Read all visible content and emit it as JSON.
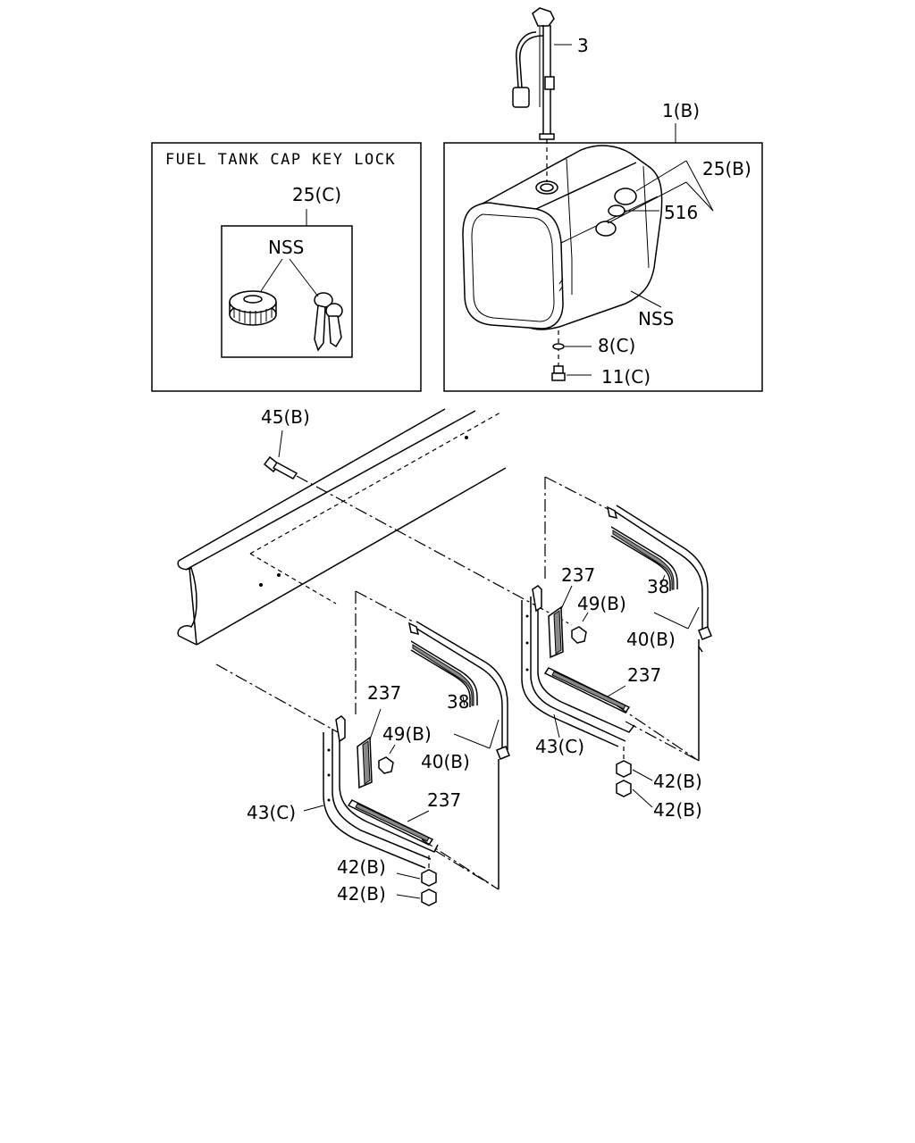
{
  "inset_title": "FUEL TANK CAP KEY LOCK",
  "labels": {
    "sender_unit": "3",
    "fuel_tank": "1(B)",
    "cap_set_tank": "25(B)",
    "gasket": "516",
    "tank_nss": "NSS",
    "washer": "8(C)",
    "drain_plug": "11(C)",
    "cap_key_set": "25(C)",
    "cap_key_nss": "NSS",
    "bolt": "45(B)",
    "rubber_pad_right_vertical": "237",
    "nut_right": "49(B)",
    "rubber_band_right": "38",
    "band_right": "40(B)",
    "rubber_pad_right_horizontal": "237",
    "bracket_right": "43(C)",
    "nut_right_lower_1": "42(B)",
    "nut_right_lower_2": "42(B)",
    "rubber_pad_left_vertical": "237",
    "nut_left": "49(B)",
    "rubber_band_left": "38",
    "band_left": "40(B)",
    "rubber_pad_left_horizontal": "237",
    "bracket_left": "43(C)",
    "nut_left_lower_1": "42(B)",
    "nut_left_lower_2": "42(B)"
  }
}
